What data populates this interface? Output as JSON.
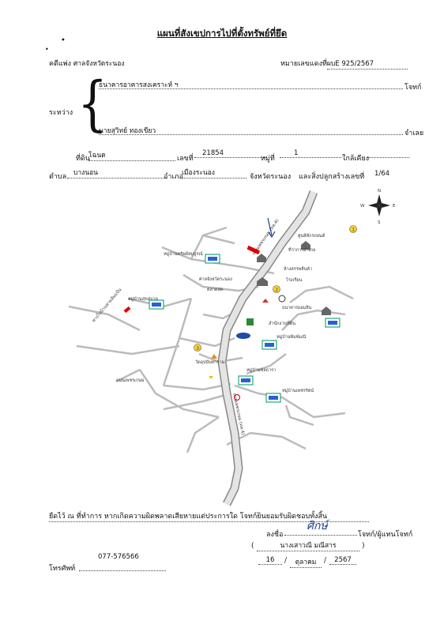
{
  "title": "แผนที่สังเขปการไปที่ตั้งทรัพย์ที่ยึด",
  "header": {
    "court_label": "คดีแพ่ง",
    "court_value": "ศาลจังหวัดระนอง",
    "case_label": "หมายเลขแดงที่",
    "case_value": "ผบE 925/2567"
  },
  "parties": {
    "between_label": "ระหว่าง",
    "plaintiff": "ธนาคารอาคารสงเคราะห์ ฯ",
    "plaintiff_role": "โจทก์",
    "defendant": "นายสุวิทย์ ทองเขียว",
    "defendant_role": "จำเลย"
  },
  "land": {
    "land_label": "ที่ดิน",
    "land_type": "โฉนด",
    "number_label": "เลขที่",
    "number_value": "21854",
    "moo_label": "หมู่ที่",
    "moo_value": "1",
    "near_label": "ใกล้เคียง",
    "tambon_label": "ตำบล",
    "tambon_value": "บางนอน",
    "amphoe_label": "อำเภอ",
    "amphoe_value": "เมืองระนอง",
    "province_text": "จังหวัดระนอง",
    "building_text": "และสิ่งปลูกสร้างเลขที่",
    "building_value": "1/64"
  },
  "map": {
    "compass": {
      "n": "N",
      "s": "S",
      "e": "E",
      "w": "W"
    },
    "labels": {
      "l1": "ศูนย์พักรถยนต์",
      "l2": "ที่ว่าการอำเภอ",
      "l3": "ห้างสรรพสินค้า",
      "l4": "โรงเรียน",
      "l5": "ศาลจังหวัดระนอง",
      "l6": "หมู่บ้านสุขสบาย",
      "l7": "ตลาดสด",
      "l8": "วัดอุปนันทาราม",
      "l9": "ธนาคารออมสิน",
      "l10": "สำนักงานที่ดิน",
      "l11": "หมู่บ้านพิมพ์มณี",
      "l12": "หมู่บ้านชลธารา",
      "l13": "หมู่บ้านทรัพย์สมบูรณ์",
      "l14": "หมู่บ้านเพชรรัตน์",
      "l15": "ถนนเพชรเกษม",
      "l16": "ทางไปบ้านหาดส้มแป้น"
    },
    "road_name": "ถนนเพชรเกษม (ทล.4)",
    "markers": {
      "m1": "1",
      "m2": "2",
      "m3": "3"
    }
  },
  "footer": {
    "disclaimer": "ยืดไว้ ณ ที่ทำการ หากเกิดความผิดพลาดเสียหายแต่ประการใด โจทก์ยินยอมรับผิดชอบทั้งสิ้น",
    "sign_label": "ลงชื่อ",
    "sign_role": "โจทก์/ผู้แทนโจทก์",
    "signer_name": "นางเสาวณี มณีสาร",
    "phone_label": "โทรศัพท์",
    "phone_value": "077-576566",
    "date_day": "16",
    "date_month": "ตุลาคม",
    "date_year": "2567"
  }
}
